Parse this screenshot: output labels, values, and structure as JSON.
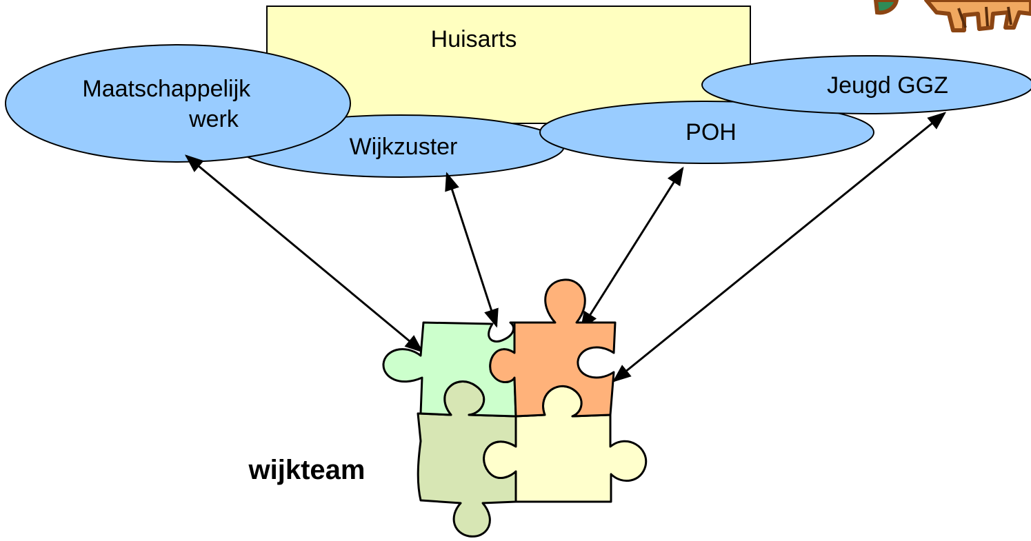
{
  "nodes": {
    "huisarts": {
      "label": "Huisarts"
    },
    "maatschappelijk_werk": {
      "line1": "Maatschappelijk",
      "line2": "werk"
    },
    "wijkzuster": {
      "label": "Wijkzuster"
    },
    "poh": {
      "label": "POH"
    },
    "jeugd_ggz": {
      "label": "Jeugd GGZ"
    },
    "wijkteam": {
      "label": "wijkteam"
    }
  },
  "colors": {
    "huisarts_fill": "#ffffc0",
    "ellipse_fill": "#99ccff",
    "piece_green_light": "#ccffcc",
    "piece_orange": "#ffb27a",
    "piece_green_olive": "#d7e6b4",
    "piece_cream": "#ffffcc",
    "figure_fill": "#f0a860",
    "figure_outline": "#8b4513"
  },
  "connections": [
    {
      "from": "wijkteam",
      "to": "maatschappelijk_werk",
      "style": "double-arrow"
    },
    {
      "from": "wijkteam",
      "to": "wijkzuster",
      "style": "double-arrow"
    },
    {
      "from": "wijkteam",
      "to": "poh",
      "style": "double-arrow"
    },
    {
      "from": "wijkteam",
      "to": "jeugd_ggz",
      "style": "double-arrow"
    }
  ],
  "decorations": {
    "top_right_clipart": "people-icon"
  }
}
